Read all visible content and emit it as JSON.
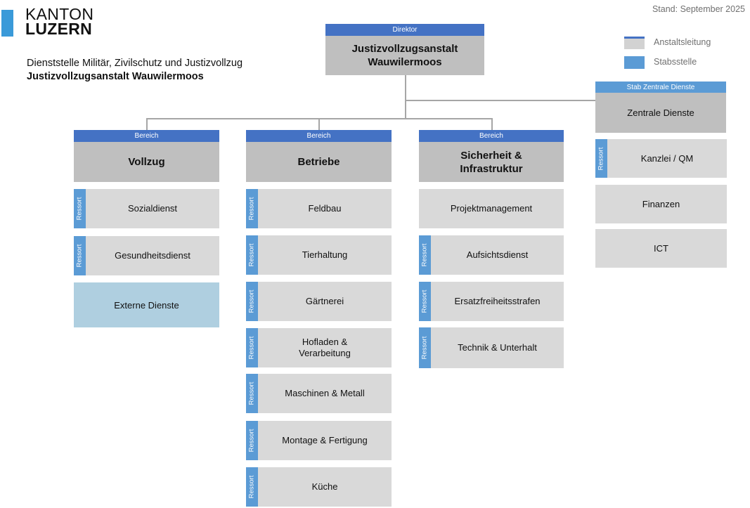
{
  "header": {
    "logo_line1": "KANTON",
    "logo_line2": "LUZERN",
    "stand": "Stand: September 2025",
    "dienststelle": "Dienststelle Militär, Zivilschutz und Justizvollzug",
    "anstalt": "Justizvollzugsanstalt Wauwilermoos"
  },
  "legend": {
    "anstaltsleitung": "Anstaltsleitung",
    "stabsstelle": "Stabsstelle"
  },
  "colors": {
    "tag_blue": "#4472c4",
    "ressort_blue": "#5b9bd5",
    "main_grey": "#bfbfbf",
    "sub_grey": "#d9d9d9",
    "extern_blue": "#afcfe0"
  },
  "director": {
    "tag": "Direktor",
    "title": "Justizvollzugsanstalt Wauwilermoos"
  },
  "stab": {
    "tag": "Stab Zentrale Dienste",
    "title": "Zentrale Dienste",
    "ressort_label": "Ressort",
    "items": [
      "Kanzlei / QM",
      "Finanzen",
      "ICT"
    ]
  },
  "bereiche": [
    {
      "tag": "Bereich",
      "title": "Vollzug",
      "ressort_label": "Ressort",
      "items": [
        "Sozialdienst",
        "Gesundheitsdienst",
        "Externe Dienste"
      ]
    },
    {
      "tag": "Bereich",
      "title": "Betriebe",
      "ressort_label": "Ressort",
      "items": [
        "Feldbau",
        "Tierhaltung",
        "Gärtnerei",
        "Hofladen & Verarbeitung",
        "Maschinen & Metall",
        "Montage & Fertigung",
        "Küche"
      ]
    },
    {
      "tag": "Bereich",
      "title": "Sicherheit & Infrastruktur",
      "ressort_label": "Ressort",
      "items": [
        "Projektmanagement",
        "Aufsichtsdienst",
        "Ersatzfreiheitsstrafen",
        "Technik & Unterhalt"
      ]
    }
  ]
}
